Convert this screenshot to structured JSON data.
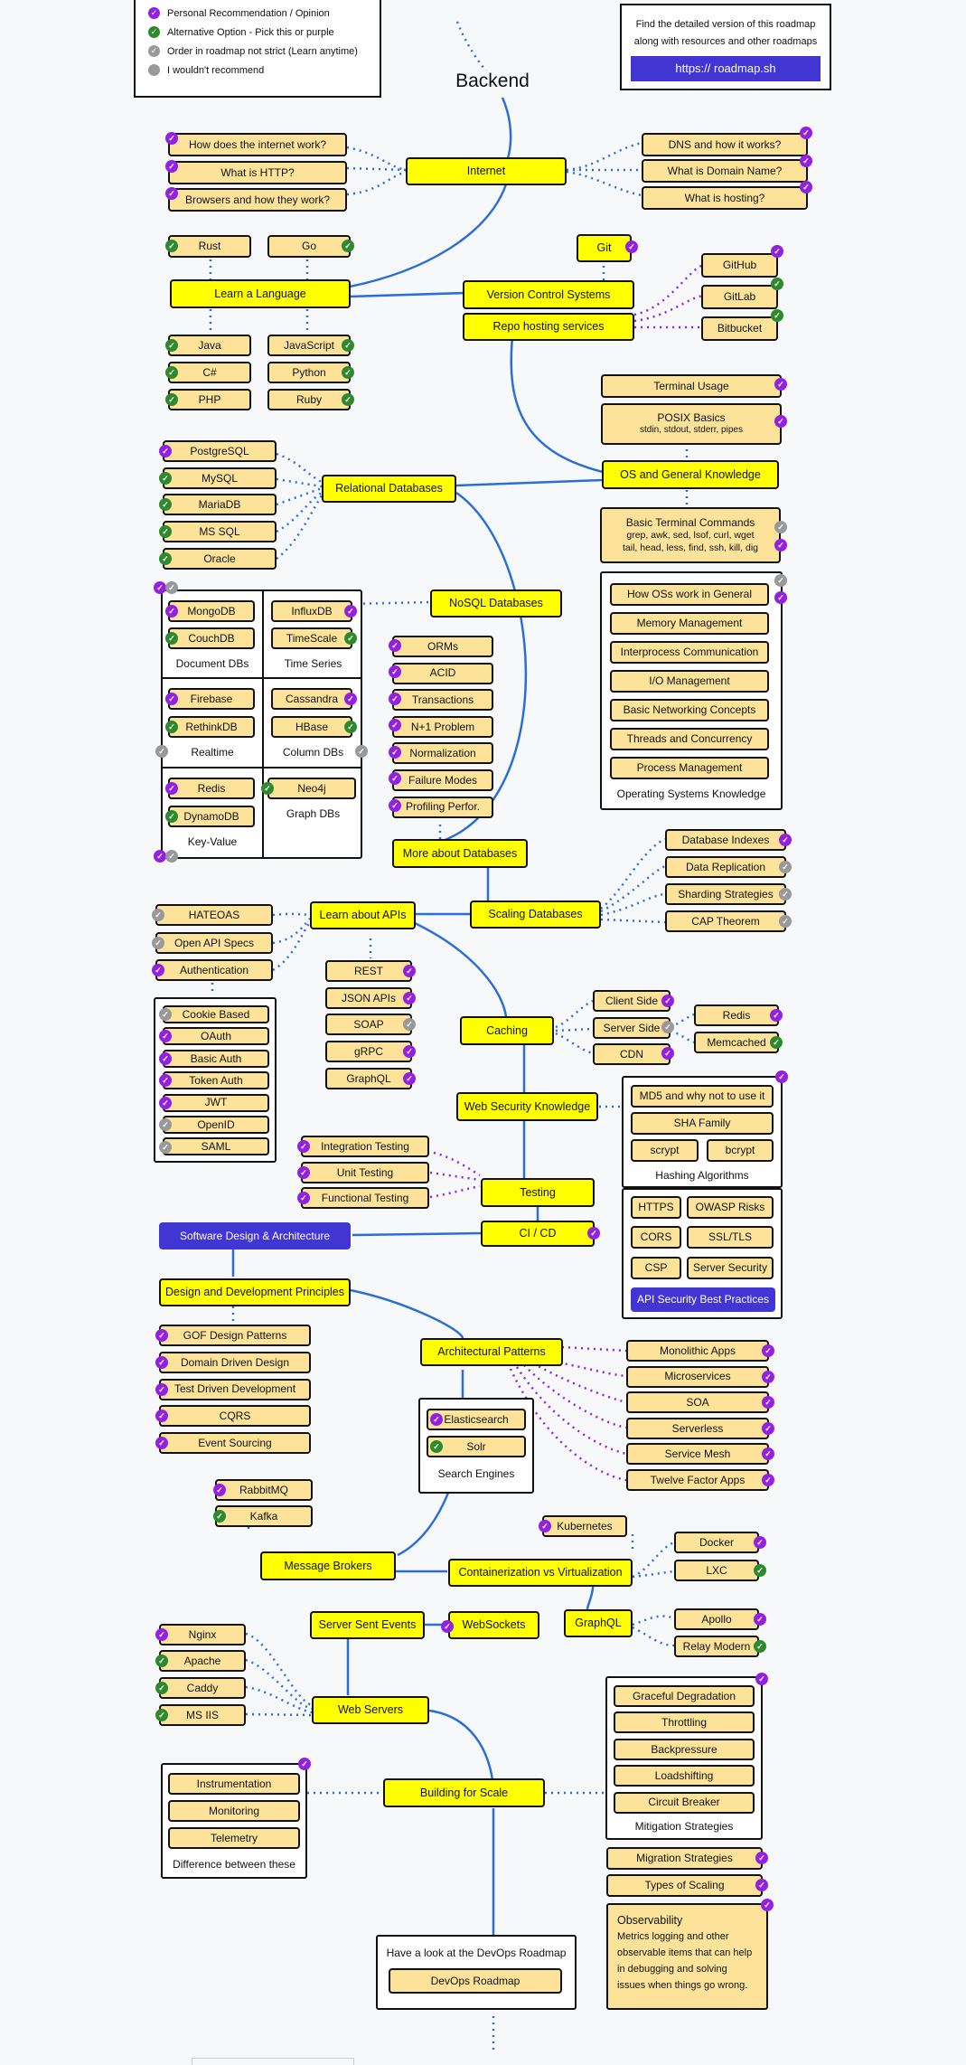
{
  "header": {
    "title": "Backend",
    "legend": [
      {
        "icon": "check-purple-icon",
        "color": "#9321df",
        "label": "Personal Recommendation / Opinion"
      },
      {
        "icon": "check-green-icon",
        "color": "#2f8a2f",
        "label": "Alternative Option - Pick this or purple"
      },
      {
        "icon": "check-grey-icon",
        "color": "#999999",
        "label": "Order in roadmap not strict (Learn anytime)"
      },
      {
        "icon": "grey-dot-icon",
        "color": "#999999",
        "label": "I wouldn't recommend"
      }
    ],
    "promo_line1": "Find the detailed version of this roadmap",
    "promo_line2": "along with resources and other roadmaps",
    "promo_button": "https:// roadmap.sh"
  },
  "colors": {
    "topic": "#ffff00",
    "subtopic": "#fde39a",
    "accent": "#4136d4",
    "link_blue": "#2b6fd6",
    "link_purple": "#9321df",
    "recommended": "#9321df",
    "alternative": "#2f8a2f",
    "optional": "#999999"
  },
  "nodes": {
    "internet": "Internet",
    "how_internet": "How does the internet work?",
    "http": "What is HTTP?",
    "browsers": "Browsers and how they work?",
    "dns": "DNS and how it works?",
    "domain": "What is Domain Name?",
    "hosting": "What is hosting?",
    "rust": "Rust",
    "go": "Go",
    "learn_language": "Learn a Language",
    "java": "Java",
    "javascript": "JavaScript",
    "csharp": "C#",
    "python": "Python",
    "php": "PHP",
    "ruby": "Ruby",
    "git": "Git",
    "vcs": "Version Control Systems",
    "repo_hosting": "Repo hosting services",
    "github": "GitHub",
    "gitlab": "GitLab",
    "bitbucket": "Bitbucket",
    "terminal_usage": "Terminal Usage",
    "posix": "POSIX Basics",
    "posix_sub": "stdin, stdout, stderr, pipes",
    "os_knowledge": "OS and General Knowledge",
    "basic_terminal": "Basic Terminal Commands",
    "basic_terminal_sub1": "grep, awk, sed, lsof, curl, wget",
    "basic_terminal_sub2": "tail, head, less, find, ssh, kill, dig",
    "os_items": [
      "How OSs work in General",
      "Memory Management",
      "Interprocess Communication",
      "I/O Management",
      "Basic Networking Concepts",
      "Threads and Concurrency",
      "Process Management"
    ],
    "os_caption": "Operating Systems Knowledge",
    "relational_db": "Relational Databases",
    "postgresql": "PostgreSQL",
    "mysql": "MySQL",
    "mariadb": "MariaDB",
    "mssql": "MS SQL",
    "oracle": "Oracle",
    "nosql": "NoSQL Databases",
    "mongodb": "MongoDB",
    "couchdb": "CouchDB",
    "document_dbs": "Document DBs",
    "influxdb": "InfluxDB",
    "timescale": "TimeScale",
    "time_series": "Time Series",
    "firebase": "Firebase",
    "rethinkdb": "RethinkDB",
    "realtime": "Realtime",
    "cassandra": "Cassandra",
    "hbase": "HBase",
    "column_dbs": "Column DBs",
    "redis_kv": "Redis",
    "dynamodb": "DynamoDB",
    "key_value": "Key-Value",
    "neo4j": "Neo4j",
    "graph_dbs": "Graph DBs",
    "db_items": [
      "ORMs",
      "ACID",
      "Transactions",
      "N+1 Problem",
      "Normalization",
      "Failure Modes",
      "Profiling Perfor."
    ],
    "more_db": "More about Databases",
    "scaling_db": "Scaling Databases",
    "db_indexes": "Database Indexes",
    "data_replication": "Data Replication",
    "sharding": "Sharding Strategies",
    "cap": "CAP Theorem",
    "learn_apis": "Learn about APIs",
    "hateoas": "HATEOAS",
    "openapi": "Open API Specs",
    "authentication": "Authentication",
    "auth_items": [
      "Cookie Based",
      "OAuth",
      "Basic Auth",
      "Token Auth",
      "JWT",
      "OpenID",
      "SAML"
    ],
    "rest": "REST",
    "jsonapi": "JSON APIs",
    "soap": "SOAP",
    "grpc": "gRPC",
    "graphql_api": "GraphQL",
    "caching": "Caching",
    "client_side": "Client Side",
    "server_side": "Server Side",
    "cdn": "CDN",
    "redis_cache": "Redis",
    "memcached": "Memcached",
    "web_security": "Web Security Knowledge",
    "md5": "MD5 and why not to use it",
    "sha": "SHA Family",
    "scrypt": "scrypt",
    "bcrypt": "bcrypt",
    "hashing_algorithms": "Hashing Algorithms",
    "https": "HTTPS",
    "owasp": "OWASP Risks",
    "cors": "CORS",
    "ssltls": "SSL/TLS",
    "csp": "CSP",
    "server_security": "Server Security",
    "api_security": "API Security Best Practices",
    "testing": "Testing",
    "integration_testing": "Integration Testing",
    "unit_testing": "Unit Testing",
    "functional_testing": "Functional Testing",
    "cicd": "CI / CD",
    "software_design": "Software Design & Architecture",
    "design_principles": "Design and Development Principles",
    "design_items": [
      "GOF Design Patterns",
      "Domain Driven Design",
      "Test Driven Development",
      "CQRS",
      "Event Sourcing"
    ],
    "arch_patterns": "Architectural Patterns",
    "arch_items": [
      "Monolithic Apps",
      "Microservices",
      "SOA",
      "Serverless",
      "Service Mesh",
      "Twelve Factor Apps"
    ],
    "elasticsearch": "Elasticsearch",
    "solr": "Solr",
    "search_engines": "Search Engines",
    "rabbitmq": "RabbitMQ",
    "kafka": "Kafka",
    "message_brokers": "Message Brokers",
    "kubernetes": "Kubernetes",
    "containerization": "Containerization vs Virtualization",
    "docker": "Docker",
    "lxc": "LXC",
    "sse": "Server Sent Events",
    "websockets": "WebSockets",
    "graphql": "GraphQL",
    "apollo": "Apollo",
    "relay": "Relay Modern",
    "nginx": "Nginx",
    "apache": "Apache",
    "caddy": "Caddy",
    "msiis": "MS IIS",
    "web_servers": "Web Servers",
    "mitigation_items": [
      "Graceful Degradation",
      "Throttling",
      "Backpressure",
      "Loadshifting",
      "Circuit Breaker"
    ],
    "mitigation_caption": "Mitigation Strategies",
    "instrumentation": "Instrumentation",
    "monitoring": "Monitoring",
    "telemetry": "Telemetry",
    "difference_caption": "Difference between these",
    "building_scale": "Building for Scale",
    "migration": "Migration Strategies",
    "types_scaling": "Types of Scaling",
    "observability_title": "Observability",
    "observability_body": [
      "Metrics logging and other",
      "observable items that can help",
      "in debugging and solving",
      "issues when things go wrong."
    ],
    "devops_text": "Have a look at the DevOps Roadmap",
    "devops_button": "DevOps Roadmap"
  }
}
